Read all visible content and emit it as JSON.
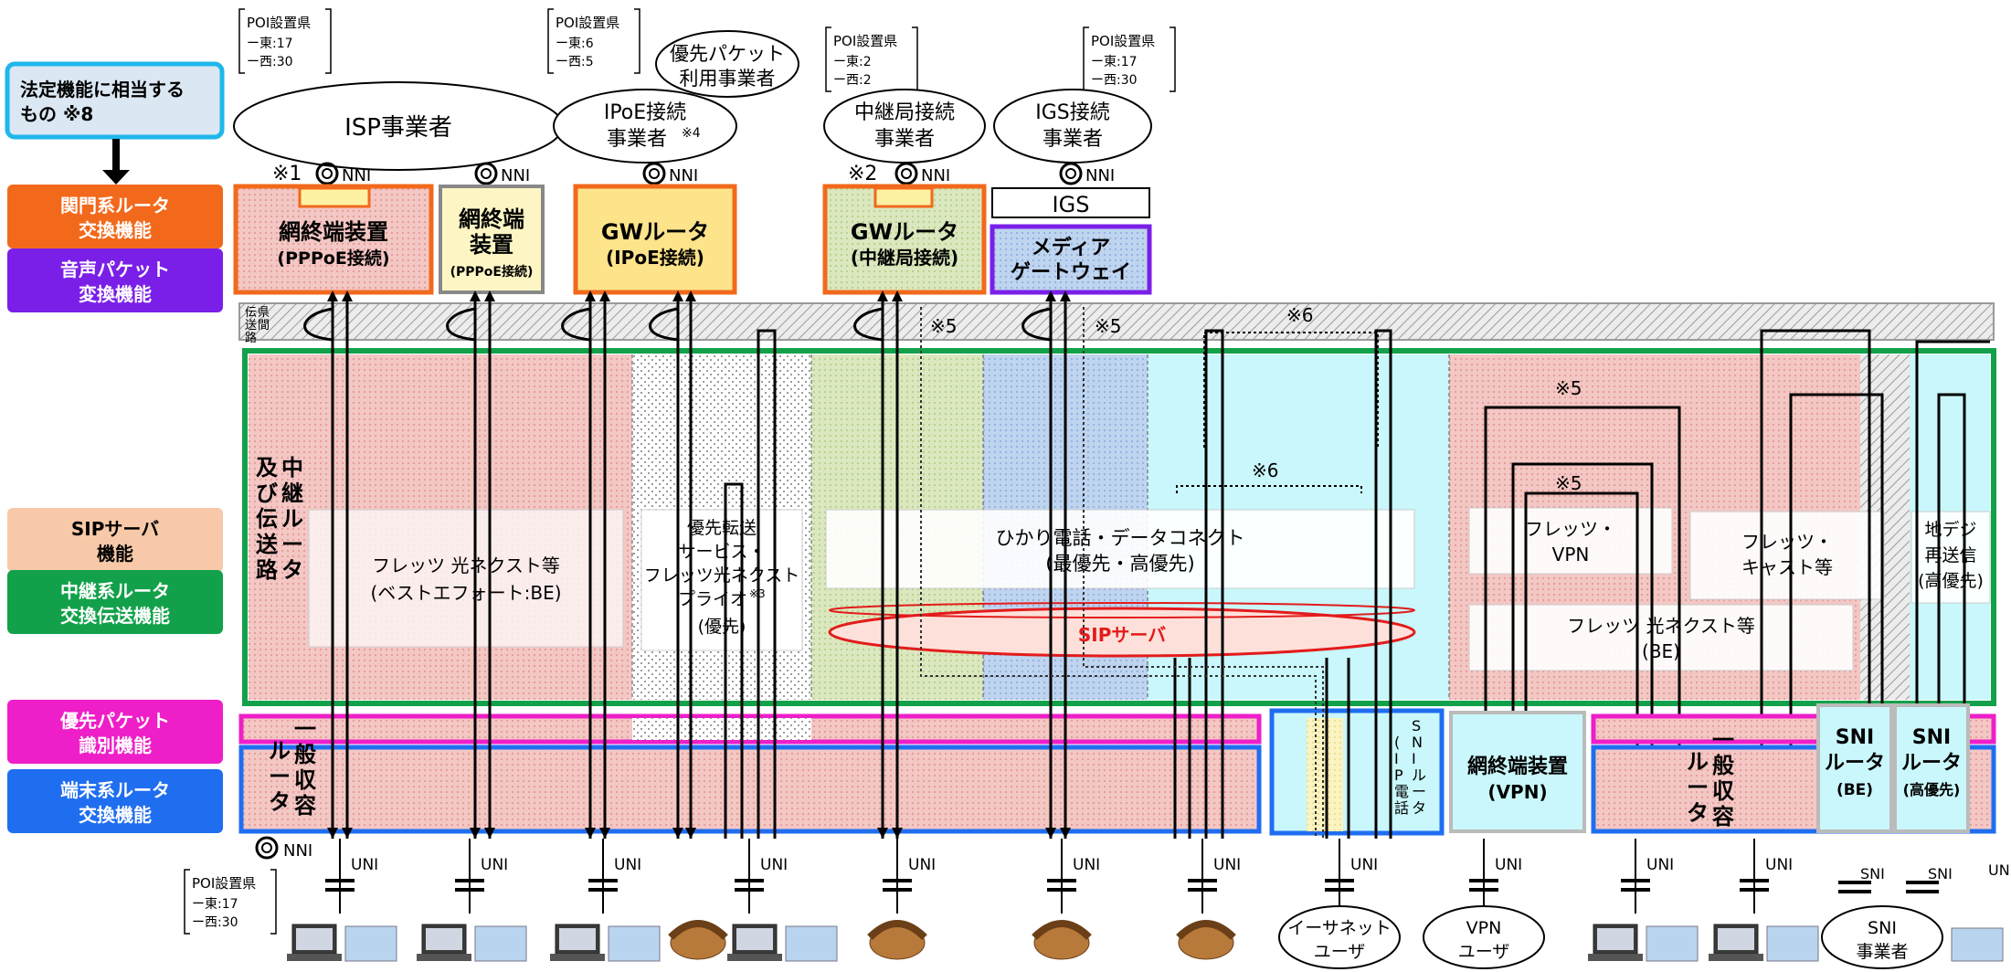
{
  "legend": {
    "statutory": "法定機能に相当するもの ※8",
    "items": [
      {
        "label1": "関門系ルータ",
        "label2": "交換機能",
        "color": "#f2691c"
      },
      {
        "label1": "音声パケット",
        "label2": "変換機能",
        "color": "#7a1fe8"
      },
      {
        "label1": "SIPサーバ",
        "label2": "機能",
        "color": "#f7c9a8",
        "text": "#000000"
      },
      {
        "label1": "中継系ルータ",
        "label2": "交換伝送機能",
        "color": "#12a14a"
      },
      {
        "label1": "優先パケット",
        "label2": "識別機能",
        "color": "#ee1ec8"
      },
      {
        "label1": "端末系ルータ",
        "label2": "交換機能",
        "color": "#1f6ef0"
      }
    ]
  },
  "poi_boxes": [
    {
      "title": "POI設置県",
      "east": "ー東:17",
      "west": "ー西:30"
    },
    {
      "title": "POI設置県",
      "east": "ー東:6",
      "west": "ー西:5"
    },
    {
      "title": "POI設置県",
      "east": "ー東:2",
      "west": "ー西:2"
    },
    {
      "title": "POI設置県",
      "east": "ー東:17",
      "west": "ー西:30"
    },
    {
      "title": "POI設置県",
      "east": "ー東:17",
      "west": "ー西:30"
    }
  ],
  "operators": {
    "isp": "ISP事業者",
    "priority_packet_1": "優先パケット",
    "priority_packet_2": "利用事業者",
    "ipoe_1": "IPoE接続",
    "ipoe_2": "事業者",
    "ipoe_note": "※4",
    "relay_1": "中継局接続",
    "relay_2": "事業者",
    "igs_1": "IGS接続",
    "igs_2": "事業者"
  },
  "nni": "NNI",
  "uni": "UNI",
  "sni": "SNI",
  "notes": {
    "n1": "※1",
    "n2": "※2",
    "n3": "※3",
    "n5": "※5",
    "n6": "※6"
  },
  "devices": {
    "ntu_pppoe_1": "網終端装置",
    "ntu_pppoe_2": "(PPPoE接続)",
    "ntu_small_1": "網終端",
    "ntu_small_2": "装置",
    "ntu_small_3": "(PPPoE接続)",
    "gw_ipoe_1": "GWルータ",
    "gw_ipoe_2": "(IPoE接続)",
    "gw_relay_1": "GWルータ",
    "gw_relay_2": "(中継局接続)",
    "igs": "IGS",
    "media_gw_1": "メディア",
    "media_gw_2": "ゲートウェイ"
  },
  "inter_pref": "県間伝送路",
  "relay_router_label": "中継ルータ及び伝送路",
  "services": {
    "flets_be_1": "フレッツ 光ネクスト等",
    "flets_be_2": "(ベストエフォート:BE)",
    "priority_1": "優先転送",
    "priority_2": "サービス・",
    "priority_3": "フレッツ光ネクスト",
    "priority_4": "プライオ",
    "priority_5": "(優先)",
    "hikari_1": "ひかり電話・データコネクト",
    "hikari_2": "(最優先・高優先)",
    "sip_server": "SIPサーバ",
    "vpn_1": "フレッツ・",
    "vpn_2": "VPN",
    "cast_1": "フレッツ・",
    "cast_2": "キャスト等",
    "terr_1": "地デジ",
    "terr_2": "再送信",
    "terr_3": "(高優先)",
    "flets_be_right_1": "フレッツ 光ネクスト等",
    "flets_be_right_2": "(BE)"
  },
  "edge": {
    "general_1": "一般収容",
    "general_2": "ルータ",
    "sni_ip": "SNIルータ",
    "sni_ip_sub": "(IP電話)",
    "ntu_vpn_1": "網終端装置",
    "ntu_vpn_2": "(VPN)",
    "sni_be_1": "SNI",
    "sni_be_2": "ルータ",
    "sni_be_3": "(BE)",
    "sni_hp_1": "SNI",
    "sni_hp_2": "ルータ",
    "sni_hp_3": "(高優先)"
  },
  "users": {
    "ethernet_1": "イーサネット",
    "ethernet_2": "ユーザ",
    "vpn_1": "VPN",
    "vpn_2": "ユーザ",
    "sni_1": "SNI",
    "sni_2": "事業者"
  }
}
